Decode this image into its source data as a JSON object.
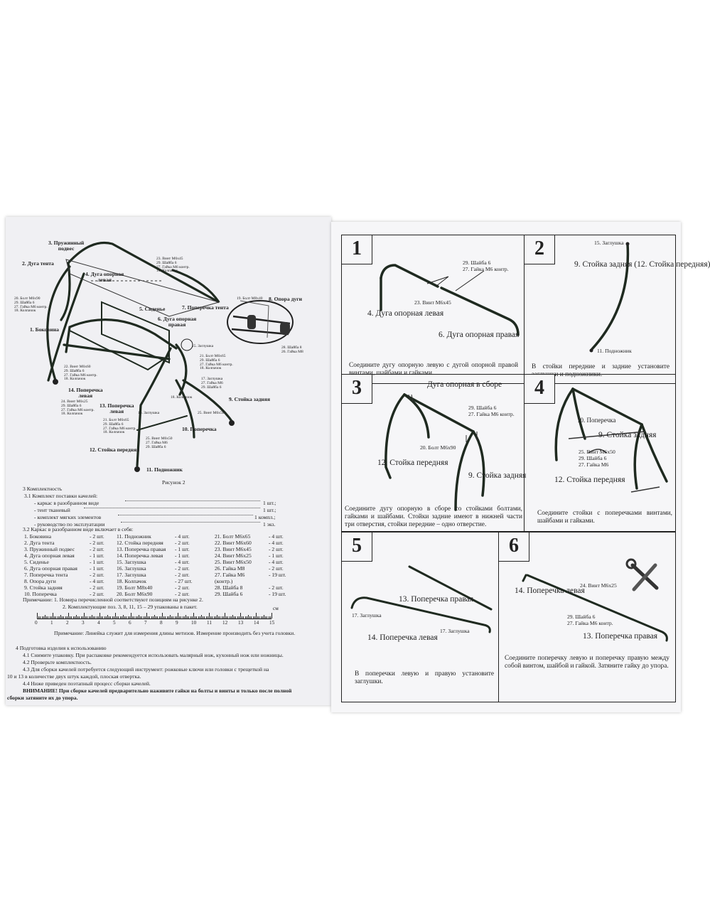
{
  "left": {
    "figure_labels": {
      "l3": "3. Пружинный\nподвес",
      "l2": "2. Дуга тента",
      "l4": "4. Дуга опорная\nлевая",
      "l7": "7. Поперечка тента",
      "l5": "5. Сиденье",
      "l6": "6. Дуга опорная\nправая",
      "l8": "8. Опора дуги",
      "l1": "1. Боковина",
      "l14": "14. Поперечка\nлевая",
      "l13": "13. Поперечка\nлевая",
      "l9": "9. Стойка задняя",
      "l10": "10. Поперечка",
      "l12": "12. Стойка передняя",
      "l11": "11. Подножник",
      "l15": "15. Заглушка",
      "top_hw": "23. Винт М6х45\n29. Шайба 6\n27. Гайка М6 контр.\n18. Колпачок",
      "left_hw": "20. Болт М6х90\n29. Шайба 6\n27. Гайка М6 контр.\n18. Колпачок",
      "mid_hw": "22. Винт М6х60\n29. Шайба 6\n27. Гайка М6 контр.\n18. Колпачок",
      "right_hw": "21. Болт М6х65\n29. Шайба 6\n27. Гайка М6 контр.\n18. Колпачок",
      "r17_hw": "17. Заглушка\n27. Гайка М6\n29. Шайба 6",
      "lower_hw": "24. Винт М6х25\n29. Шайба 6\n27. Гайка М6 контр.\n18. Колпачок",
      "m6x65_hw": "21. Болт М6х65\n29. Шайба 6\n27. Гайка М6 контр.\n18. Колпачок",
      "bottom_hw": "25. Винт М6х50\n27. Гайка М6\n29. Шайба 6",
      "r18": "18. Колпачок",
      "r16": "16. Заглушка",
      "r25": "25. Винт М6х50",
      "bolt_m8": "19. Болт М8х40",
      "m8_hw": "28. Шайба 8\n26. Гайка М8"
    },
    "figure_caption": "Рисунок 2",
    "section3_title": "3 Комплектность",
    "section31_title": "3.1 Комплект поставки качелей:",
    "supply": [
      {
        "name": "- каркас в разобранном виде",
        "qty": "1 шт.;"
      },
      {
        "name": "- тент тканевый",
        "qty": "1 шт.;"
      },
      {
        "name": "- комплект мягких элементов",
        "qty": "1 компл.;"
      },
      {
        "name": "- руководство по эксплуатации",
        "qty": "1 экз."
      }
    ],
    "section32_title": "3.2 Каркас в разобранном виде включает в себя:",
    "parts_col1": [
      {
        "name": "1. Боковина",
        "qty": "- 2 шт."
      },
      {
        "name": "2. Дуга тента",
        "qty": "- 2 шт."
      },
      {
        "name": "3. Пружинный подвес",
        "qty": "- 2 шт."
      },
      {
        "name": "4. Дуга опорная левая",
        "qty": "- 1 шт."
      },
      {
        "name": "5. Сиденье",
        "qty": "- 1 шт."
      },
      {
        "name": "6. Дуга опорная правая",
        "qty": "- 1 шт."
      },
      {
        "name": "7. Поперечка тента",
        "qty": "- 2 шт."
      },
      {
        "name": "8. Опора дуги",
        "qty": "- 4 шт."
      },
      {
        "name": "9. Стойка задняя",
        "qty": "- 2 шт."
      },
      {
        "name": "10. Поперечка",
        "qty": "- 2 шт."
      }
    ],
    "parts_col2": [
      {
        "name": "11. Подножник",
        "qty": "- 4 шт."
      },
      {
        "name": "12. Стойка передняя",
        "qty": "- 2 шт."
      },
      {
        "name": "13. Поперечка правая",
        "qty": "- 1 шт."
      },
      {
        "name": "14. Поперечка левая",
        "qty": "- 1 шт."
      },
      {
        "name": "15. Заглушка",
        "qty": "- 4 шт."
      },
      {
        "name": "16. Заглушка",
        "qty": "- 2 шт."
      },
      {
        "name": "17. Заглушка",
        "qty": "- 2 шт."
      },
      {
        "name": "18. Колпачок",
        "qty": "- 27 шт."
      },
      {
        "name": "19. Болт М8х40",
        "qty": "- 2 шт."
      },
      {
        "name": "20. Болт М6х90",
        "qty": "- 2 шт."
      }
    ],
    "parts_col3": [
      {
        "name": "21. Болт М6х65",
        "qty": "- 4 шт."
      },
      {
        "name": "22. Винт М6х60",
        "qty": "- 4 шт."
      },
      {
        "name": "23. Винт М6х45",
        "qty": "- 2 шт."
      },
      {
        "name": "24. Винт М6х25",
        "qty": "- 1 шт."
      },
      {
        "name": "25. Винт М6х50",
        "qty": "- 4 шт."
      },
      {
        "name": "26. Гайка М8",
        "qty": "- 2 шт."
      },
      {
        "name": "27. Гайка М6",
        "qty": "- 19 шт."
      },
      {
        "name": "(контр.)",
        "qty": ""
      },
      {
        "name": "28. Шайба 8",
        "qty": "- 2 шт."
      },
      {
        "name": "29. Шайба 6",
        "qty": "- 19 шт."
      }
    ],
    "note1": "Примечание: 1. Номера перечисленной соответствуют позициям на рисунке 2.",
    "note2": "2. Комплектующие поз. 3, 8, 11, 15 – 29 упакованы в пакет.",
    "ruler_numbers": [
      "0",
      "1",
      "2",
      "3",
      "4",
      "5",
      "6",
      "7",
      "8",
      "9",
      "10",
      "11",
      "12",
      "13",
      "14",
      "15"
    ],
    "ruler_unit": "см",
    "ruler_note": "Примечание: Линейка служит для измерения длины метизов. Измерение производить без учета головки.",
    "section4_title": "4 Подготовка изделия к использованию",
    "s41": "4.1 Снимите упаковку. При распаковке рекомендуется использовать малярный нож, кухонный нож или ножницы.",
    "s42": "4.2 Проверьте комплектность.",
    "s43a": "4.3 Для сборки качелей потребуется следующий инструмент: рожковые ключи или головки с трещеткой на",
    "s43b": "10 и 13 в количестве двух штук каждой, плоская отвертка.",
    "s44": "4.4 Ниже приведен поэтапный процесс сборки качелей.",
    "warn1": "ВНИМАНИЕ! При сборке качелей предварительно наживите гайки на болты и винты и только после полной",
    "warn2": "сборки затяните их до упора."
  },
  "steps": [
    {
      "number": "1",
      "labels": {
        "a": "29. Шайба 6\n27. Гайка М6 контр.",
        "b": "23. Винт М6х45",
        "c": "4. Дуга опорная\nлевая",
        "d": "6. Дуга опорная\nправая"
      },
      "caption": "Соедините дугу опорную левую с дугой опорной правой винтами, шайбами и гайками."
    },
    {
      "number": "2",
      "labels": {
        "a": "15. Заглушка",
        "b": "9. Стойка\nзадняя\n(12. Стойка\nпередняя)",
        "c": "11. Подножник"
      },
      "caption": "В стойки передние и задние установите заглушки и подножники."
    },
    {
      "number": "3",
      "labels": {
        "a": "Дуга опорная\nв сборе",
        "b": "29. Шайба 6\n27. Гайка М6 контр.",
        "c": "20. Болт М6х90",
        "d": "12. Стойка\nпередняя",
        "e": "9. Стойка\nзадняя"
      },
      "caption": "Соедините дугу опорную в сборе со стойками болтами, гайками и шайбами. Стойки задние имеют в нижней части три отверстия, стойки передние – одно отверстие."
    },
    {
      "number": "4",
      "labels": {
        "a": "10. Поперечка",
        "b": "9. Стойка\nзадняя",
        "c": "25. Винт М6х50\n29. Шайба 6\n27. Гайка М6",
        "d": "12. Стойка\nпередняя"
      },
      "caption": "Соедините стойки с поперечками винтами, шайбами и гайками."
    },
    {
      "number": "5",
      "labels": {
        "a": "13. Поперечка\nправая",
        "b": "17. Заглушка",
        "c": "17. Заглушка",
        "d": "14. Поперечка\nлевая"
      },
      "caption": "В поперечки левую и правую установите заглушки."
    },
    {
      "number": "6",
      "labels": {
        "a": "14. Поперечка\nлевая",
        "b": "24. Винт М6х25",
        "c": "29. Шайба 6\n27. Гайка М6 контр.",
        "d": "13. Поперечка\nправая"
      },
      "caption": "Соедините поперечку левую и поперечку правую между собой винтом, шайбой и гайкой. Затяните гайку до упора."
    }
  ]
}
